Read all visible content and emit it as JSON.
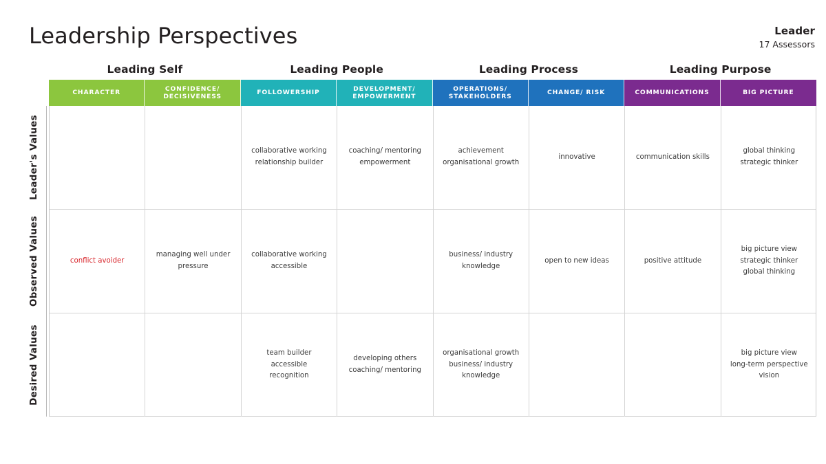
{
  "header": {
    "title": "Leadership Perspectives",
    "role": "Leader",
    "assessors": "17 Assessors"
  },
  "colors": {
    "leading_self": "#8CC63E",
    "leading_people": "#21B2B8",
    "leading_process": "#1F72BD",
    "leading_purpose": "#7B2B8F",
    "flag_text": "#D8252B",
    "grid_line": "#D4D4D4",
    "text": "#3B3B3B"
  },
  "groups": [
    {
      "label": "Leading Self",
      "span": 2,
      "color": "#8CC63E"
    },
    {
      "label": "Leading People",
      "span": 2,
      "color": "#21B2B8"
    },
    {
      "label": "Leading Process",
      "span": 2,
      "color": "#1F72BD"
    },
    {
      "label": "Leading Purpose",
      "span": 2,
      "color": "#7B2B8F"
    }
  ],
  "categories": [
    {
      "lines": [
        "CHARACTER"
      ],
      "color": "#8CC63E"
    },
    {
      "lines": [
        "CONFIDENCE/",
        "DECISIVENESS"
      ],
      "color": "#8CC63E"
    },
    {
      "lines": [
        "FOLLOWERSHIP"
      ],
      "color": "#21B2B8"
    },
    {
      "lines": [
        "DEVELOPMENT/",
        "EMPOWERMENT"
      ],
      "color": "#21B2B8"
    },
    {
      "lines": [
        "OPERATIONS/",
        "STAKEHOLDERS"
      ],
      "color": "#1F72BD"
    },
    {
      "lines": [
        "CHANGE/ RISK"
      ],
      "color": "#1F72BD"
    },
    {
      "lines": [
        "COMMUNICATIONS"
      ],
      "color": "#7B2B8F"
    },
    {
      "lines": [
        "BIG PICTURE"
      ],
      "color": "#7B2B8F"
    }
  ],
  "rows": [
    {
      "label": "Leader's Values",
      "cells": [
        {
          "lines": []
        },
        {
          "lines": []
        },
        {
          "lines": [
            "collaborative working",
            "relationship builder"
          ]
        },
        {
          "lines": [
            "coaching/ mentoring",
            "empowerment"
          ]
        },
        {
          "lines": [
            "achievement",
            "organisational growth"
          ]
        },
        {
          "lines": [
            "innovative"
          ]
        },
        {
          "lines": [
            "communication skills"
          ]
        },
        {
          "lines": [
            "global thinking",
            "strategic thinker"
          ]
        }
      ]
    },
    {
      "label": "Observed Values",
      "cells": [
        {
          "lines": [
            "conflict avoider"
          ],
          "flag": true
        },
        {
          "lines": [
            "managing well under",
            "pressure"
          ]
        },
        {
          "lines": [
            "collaborative working",
            "accessible"
          ]
        },
        {
          "lines": []
        },
        {
          "lines": [
            "business/ industry",
            "knowledge"
          ]
        },
        {
          "lines": [
            "open to new ideas"
          ]
        },
        {
          "lines": [
            "positive attitude"
          ]
        },
        {
          "lines": [
            "big picture view",
            "strategic thinker",
            "global thinking"
          ]
        }
      ]
    },
    {
      "label": "Desired Values",
      "cells": [
        {
          "lines": []
        },
        {
          "lines": []
        },
        {
          "lines": [
            "team builder",
            "accessible",
            "recognition"
          ]
        },
        {
          "lines": [
            "developing others",
            "coaching/ mentoring"
          ]
        },
        {
          "lines": [
            "organisational growth",
            "business/ industry",
            "knowledge"
          ]
        },
        {
          "lines": []
        },
        {
          "lines": []
        },
        {
          "lines": [
            "big picture view",
            "long-term perspective",
            "vision"
          ]
        }
      ]
    }
  ]
}
